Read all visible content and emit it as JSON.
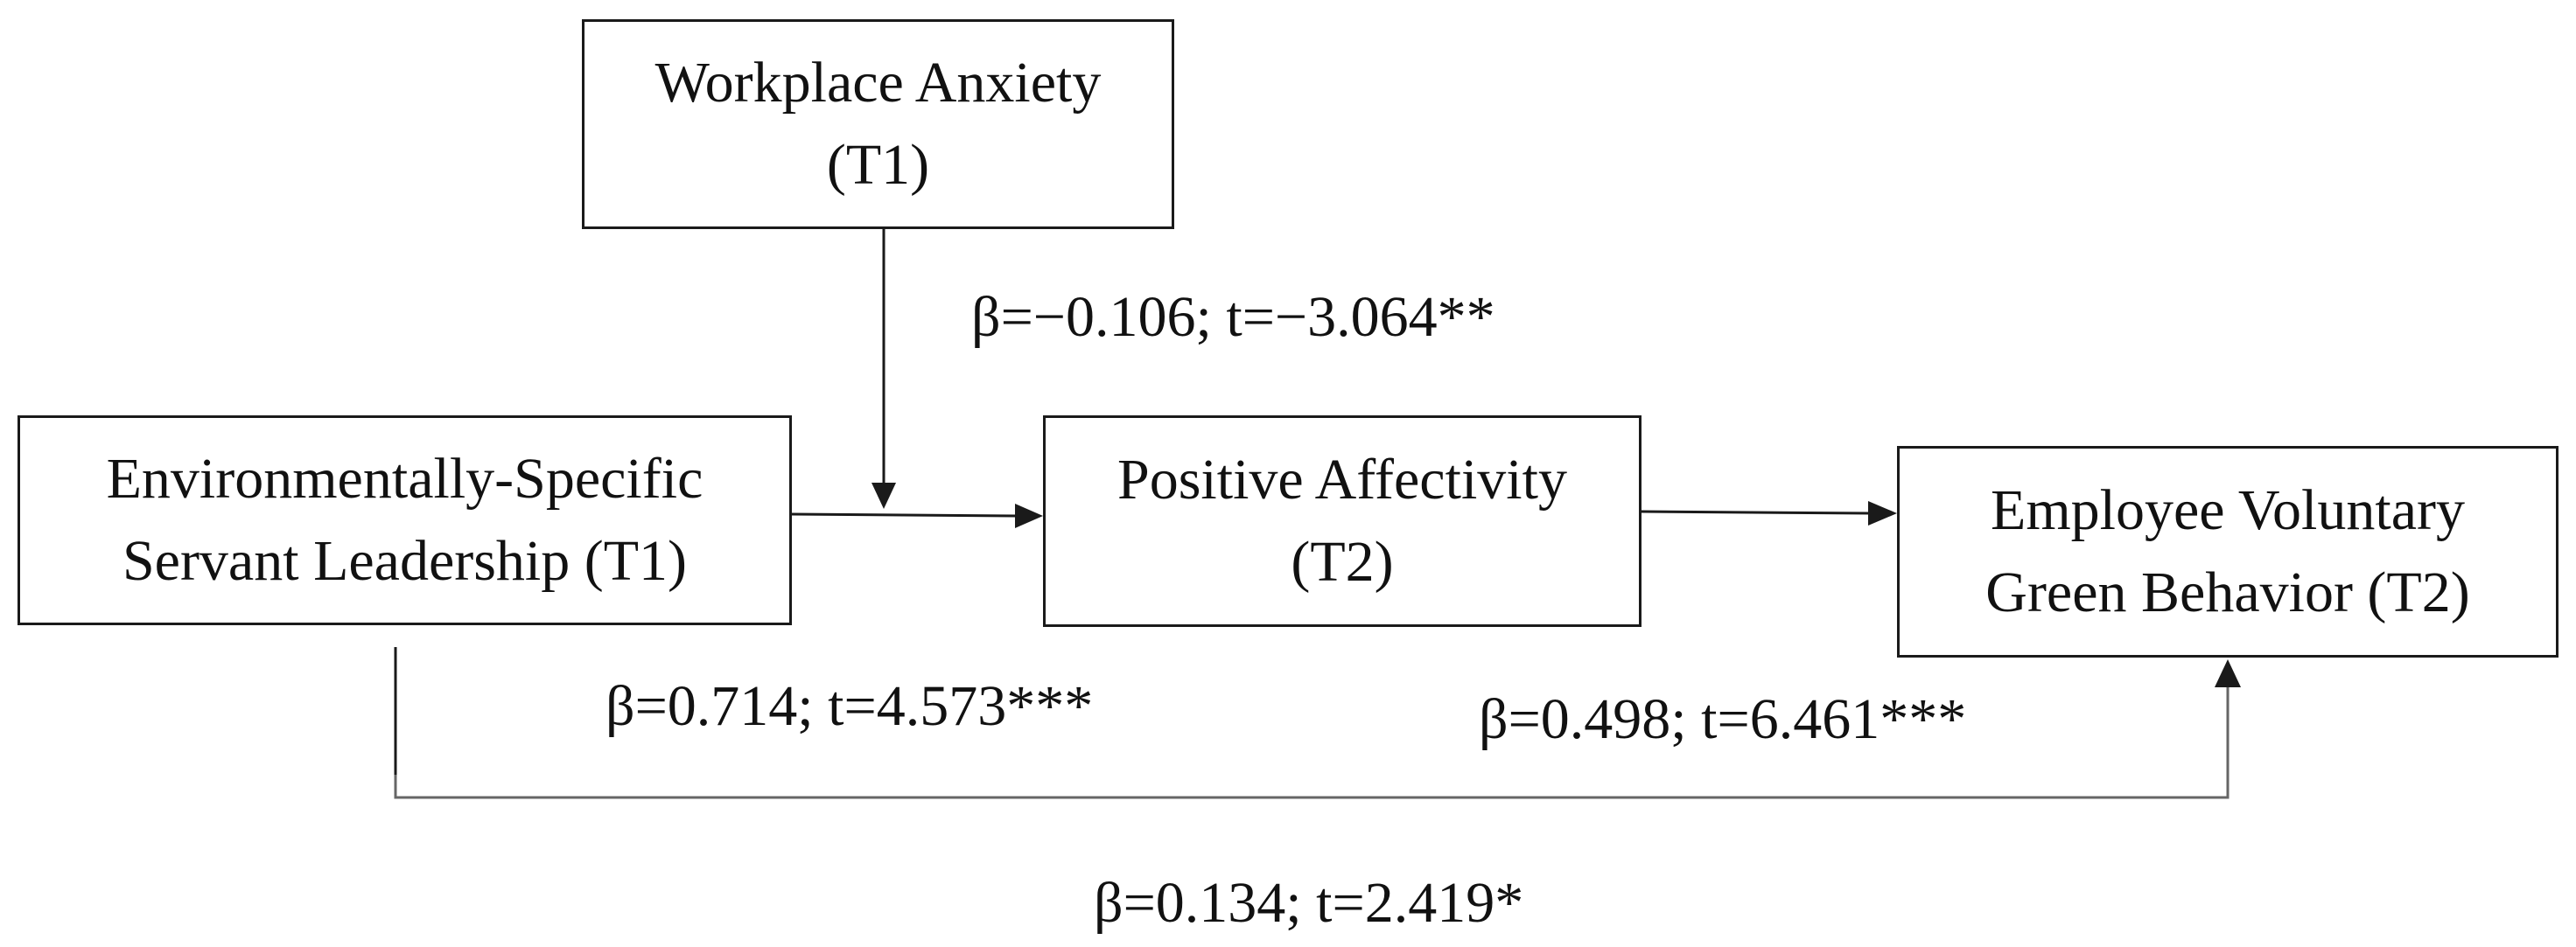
{
  "nodes": {
    "workplace_anxiety": {
      "line1": "Workplace Anxiety",
      "line2": "(T1)"
    },
    "essl": {
      "line1": "Environmentally-Specific",
      "line2": "Servant Leadership (T1)"
    },
    "positive_affectivity": {
      "line1": "Positive Affectivity",
      "line2": "(T2)"
    },
    "evgb": {
      "line1": "Employee Voluntary",
      "line2": "Green Behavior (T2)"
    }
  },
  "paths": {
    "moderation": "β=−0.106; t=−3.064**",
    "essl_to_pa": "β=0.714; t=4.573***",
    "pa_to_evgb": "β=0.498; t=6.461***",
    "direct": "β=0.134; t=2.419*"
  },
  "colors": {
    "stroke": "#1a1a1a",
    "direct_path": "#666666",
    "text": "#111111",
    "background": "#ffffff"
  }
}
